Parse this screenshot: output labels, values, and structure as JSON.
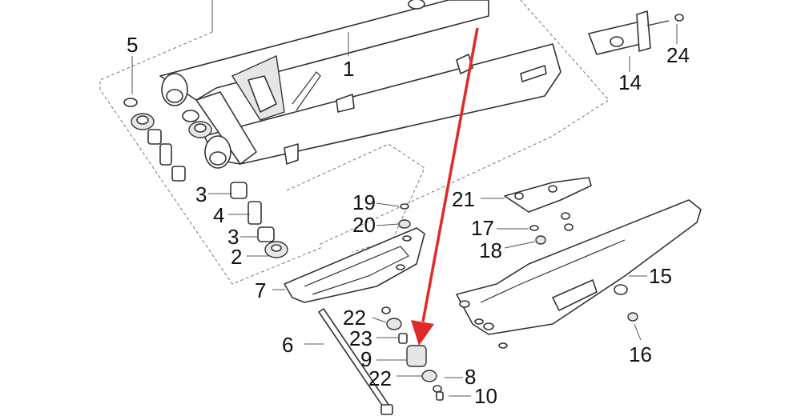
{
  "diagram": {
    "callouts": [
      {
        "id": "c1",
        "label": "1"
      },
      {
        "id": "c2",
        "label": "2"
      },
      {
        "id": "c3a",
        "label": "3"
      },
      {
        "id": "c3b",
        "label": "3"
      },
      {
        "id": "c4",
        "label": "4"
      },
      {
        "id": "c5",
        "label": "5"
      },
      {
        "id": "c6",
        "label": "6"
      },
      {
        "id": "c7",
        "label": "7"
      },
      {
        "id": "c8",
        "label": "8"
      },
      {
        "id": "c9",
        "label": "9"
      },
      {
        "id": "c10",
        "label": "10"
      },
      {
        "id": "c14",
        "label": "14"
      },
      {
        "id": "c15",
        "label": "15"
      },
      {
        "id": "c16",
        "label": "16"
      },
      {
        "id": "c17",
        "label": "17"
      },
      {
        "id": "c18",
        "label": "18"
      },
      {
        "id": "c19",
        "label": "19"
      },
      {
        "id": "c20",
        "label": "20"
      },
      {
        "id": "c21",
        "label": "21"
      },
      {
        "id": "c22a",
        "label": "22"
      },
      {
        "id": "c22b",
        "label": "22"
      },
      {
        "id": "c23",
        "label": "23"
      },
      {
        "id": "c24",
        "label": "24"
      }
    ],
    "arrow_color": "#e02a2a",
    "line_color": "#333333"
  }
}
